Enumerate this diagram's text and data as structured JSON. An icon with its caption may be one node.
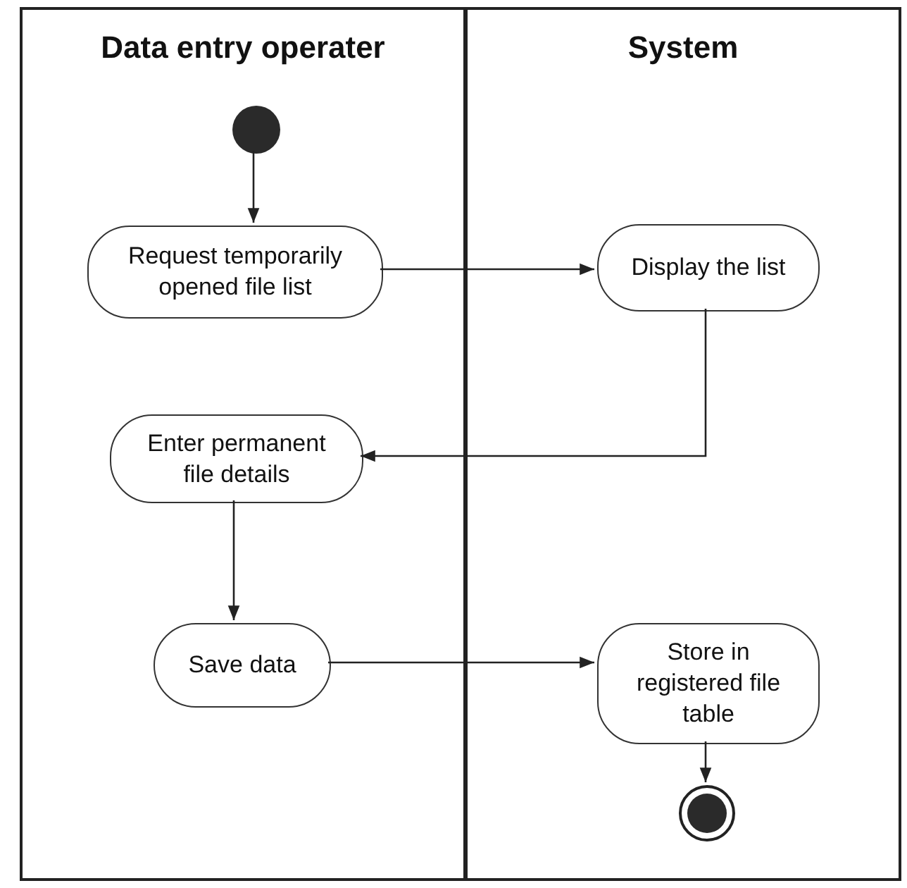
{
  "diagram": {
    "nodes": [
      {
        "text": [
          "Data entry operater"
        ]
      },
      {
        "text": [
          "System"
        ]
      },
      {
        "text": [],
        "shape": "circle",
        "in": 0
      },
      {
        "text": [
          "Request temporarily opened file list"
        ],
        "in": 0
      },
      {
        "text": [
          "Display the list"
        ],
        "in": 1
      },
      {
        "text": [
          "Enter permanent file details"
        ],
        "in": 0
      },
      {
        "text": [
          "Save data"
        ],
        "in": 0
      },
      {
        "text": [
          "Store in registered file table"
        ],
        "in": 1
      },
      {
        "text": [],
        "shape": "circle",
        "in": 1
      }
    ],
    "edges": [
      {
        "from": 2,
        "to": 3,
        "arrow": "to"
      },
      {
        "from": 3,
        "to": 4,
        "arrow": "to"
      },
      {
        "from": 4,
        "to": 5,
        "arrow": "to"
      },
      {
        "from": 5,
        "to": 6,
        "arrow": "to"
      },
      {
        "from": 6,
        "to": 7,
        "arrow": "to"
      },
      {
        "from": 7,
        "to": 8,
        "arrow": "to"
      }
    ]
  }
}
